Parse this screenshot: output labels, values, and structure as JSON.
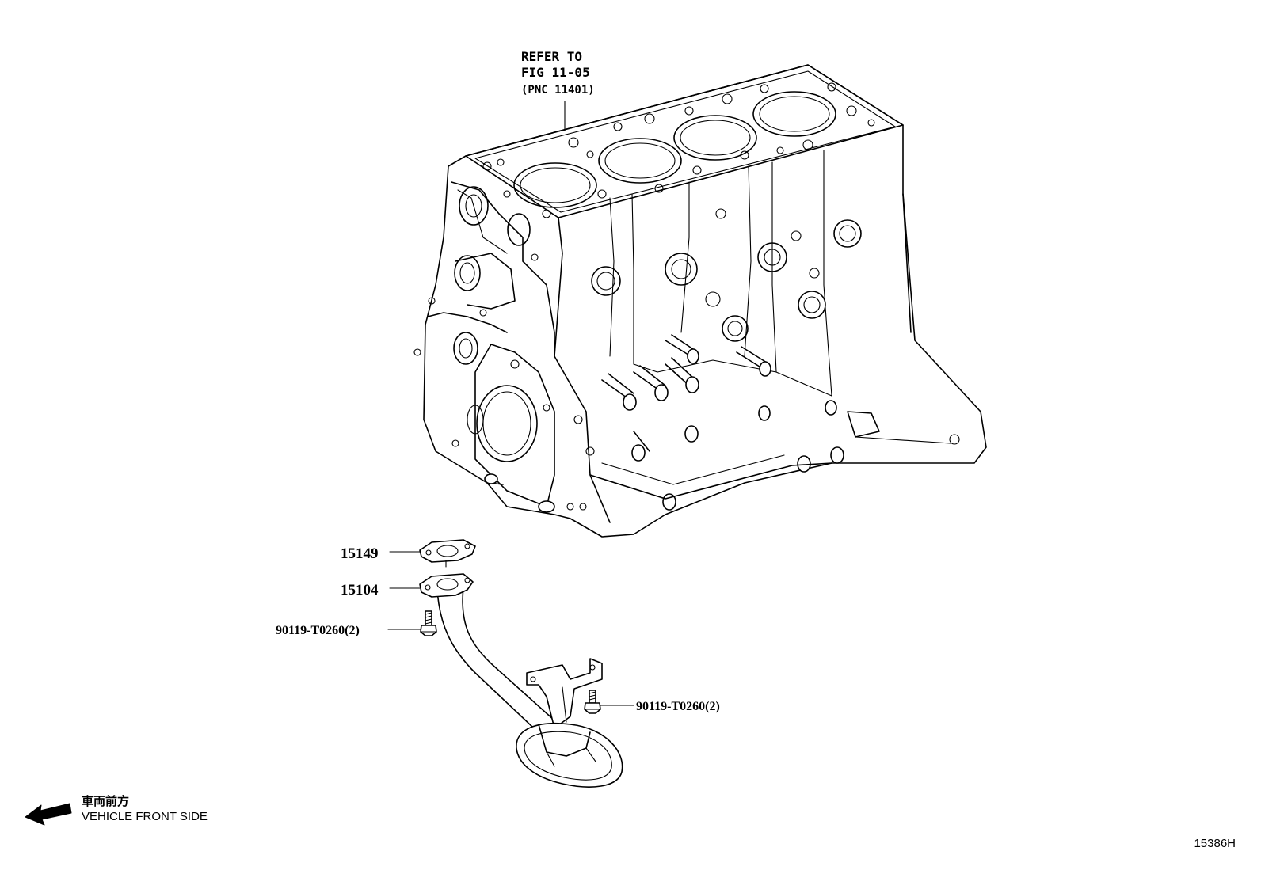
{
  "refer_note": {
    "line1": "REFER TO",
    "line2": "FIG 11-05",
    "line3": "(PNC 11401)"
  },
  "callouts": {
    "gasket": "15149",
    "strainer": "15104",
    "bolt_left": "90119-T0260(2)",
    "bolt_right": "90119-T0260(2)"
  },
  "direction": {
    "jp_label": "車両前方",
    "en_label": "VEHICLE FRONT SIDE"
  },
  "figure_id": "15386H"
}
